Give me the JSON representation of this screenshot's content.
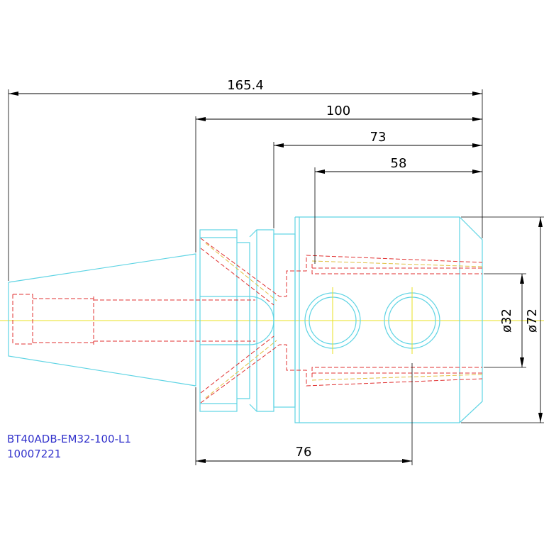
{
  "dimensions": {
    "overall_length": "165.4",
    "length_100": "100",
    "length_73": "73",
    "length_58": "58",
    "length_76": "76",
    "diameter_32": "ø32",
    "diameter_72": "ø72"
  },
  "part": {
    "name": "BT40ADB-EM32-100-L1",
    "number": "10007221"
  },
  "colors": {
    "outline": "#5fd4e4",
    "hidden": "#e03030",
    "centerline": "#e8e020",
    "dimension": "#000000",
    "label": "#3333cc"
  }
}
